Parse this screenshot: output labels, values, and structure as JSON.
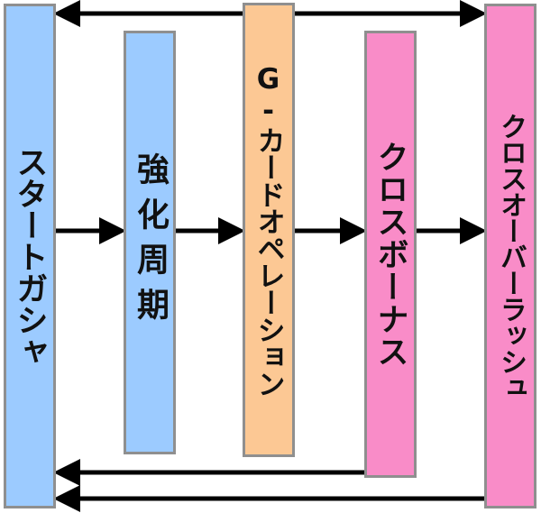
{
  "colors": {
    "blue": "#9ccbff",
    "orange": "#fcc894",
    "pink": "#f98cc8",
    "border": "#8f8f8f",
    "arrow": "#000000"
  },
  "nodes": {
    "start_gacha": "スタートガシャ",
    "kyouka_shuuki": "強化周期",
    "g_card_operation": "G-カードオペレーション",
    "cross_bonus": "クロスボーナス",
    "crossover_rush": "クロスオーバーラッシュ"
  },
  "edges": [
    {
      "from": "start_gacha",
      "to": "kyouka_shuuki"
    },
    {
      "from": "kyouka_shuuki",
      "to": "g_card_operation"
    },
    {
      "from": "g_card_operation",
      "to": "cross_bonus"
    },
    {
      "from": "cross_bonus",
      "to": "crossover_rush"
    },
    {
      "from": "start_gacha",
      "to": "crossover_rush",
      "bidirectional": true
    },
    {
      "from": "cross_bonus",
      "to": "start_gacha"
    },
    {
      "from": "crossover_rush",
      "to": "start_gacha"
    }
  ]
}
